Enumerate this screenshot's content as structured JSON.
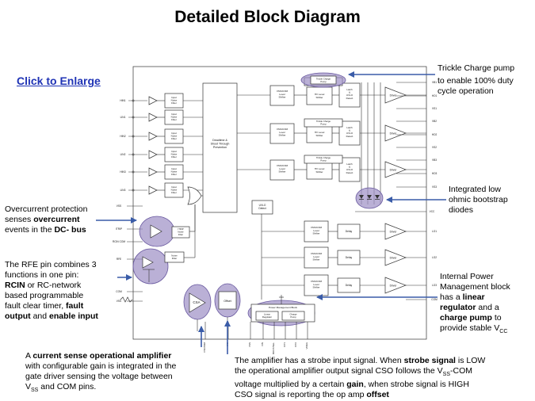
{
  "title": "Detailed Block Diagram",
  "link_label": "Click to Enlarge",
  "annotations": {
    "trickle": [
      "Trickle Charge pump",
      "to enable 100% duty",
      "cycle operation"
    ],
    "bootstrap": [
      "Integrated low",
      "ohmic bootstrap",
      "diodes"
    ],
    "overcurrent": {
      "l1": "Overcurrent protection",
      "l2a": "senses ",
      "l2b": "overcurrent",
      "l3a": "events in the ",
      "l3b": "DC- bus"
    },
    "rfe": {
      "l1": "The RFE pin combines 3",
      "l2": "functions in one pin:",
      "l3a": "RCIN",
      "l3b": "or RC-network",
      "l4": "based programmable",
      "l5a": "fault clear timer, ",
      "l5b": "fault",
      "l6a": "output",
      "l6b": " and ",
      "l6c": "enable input"
    },
    "power": {
      "l1": "Internal Power",
      "l2": "Management block",
      "l3a": "has a ",
      "l3b": "linear",
      "l4a": "regulator",
      "l4b": " and a",
      "l5a": "charge pump",
      "l5b": " to",
      "l6a": "provide stable V",
      "l6sub": "CC"
    },
    "csa": {
      "l1a": "A ",
      "l1b": "current sense operational amplifier",
      "l2": "with configurable gain is integrated in the",
      "l3": "gate driver sensing the voltage between",
      "l4a": "V",
      "l4sub": "SS",
      "l4b": " and COM  pins."
    },
    "strobe": {
      "l1a": "The amplifier has a strobe input signal. When ",
      "l1b": "strobe signal",
      "l1c": " is LOW",
      "l2a": "the operational amplifier output signal CSO follows the V",
      "l2sub": "SS",
      "l2b": "-COM",
      "l3a": "voltage multiplied by a certain ",
      "l3b": "gain",
      "l3c": ",  when strobe signal is HIGH",
      "l4a": "CSO signal is reporting the op amp ",
      "l4b": "offset"
    }
  },
  "diagram": {
    "deadtime": [
      "Deadtime &",
      "Shoot Through",
      "Prevention"
    ],
    "input_filter": [
      "Input",
      "Noise",
      "Filter"
    ],
    "level_shifter": [
      "VSS/COM",
      "Level",
      "Shifter"
    ],
    "hv_shifter": [
      "HV Level",
      "Shifter"
    ],
    "latch": [
      "Latch",
      "&",
      "UVLO",
      "Detect"
    ],
    "driver": "Driver",
    "trickle_pump": [
      "Trickle Charge",
      "Pump"
    ],
    "delay": "Delay",
    "uvlo": [
      "UVLO",
      "Detect"
    ],
    "itrip_filter": [
      "ITRIP",
      "Noise",
      "Filter"
    ],
    "noise_filter": [
      "Noise",
      "Filter"
    ],
    "csa": "CSA",
    "offset": "Offset",
    "pm_block": "Power Management Block",
    "linear_reg": [
      "Linear",
      "Regulator"
    ],
    "charge_pump": [
      "Charge",
      "Pump"
    ],
    "left_pins": [
      "HIN1",
      "LIN1",
      "HIN2",
      "LIN2",
      "HIN3",
      "LIN3",
      "VSS",
      "ITRIP",
      "RCIN COM",
      "RFE",
      "COM",
      "VSS"
    ],
    "right_pins": [
      "VB1",
      "HO1",
      "VS1",
      "VB2",
      "HO2",
      "VS2",
      "VB3",
      "HO3",
      "VS3",
      "VCC",
      "LO1",
      "LO2",
      "LO3",
      "COM"
    ],
    "bottom_pins": [
      "CSO/SIM",
      "IFB",
      "VSS",
      "VIN",
      "BOOT/SEL",
      "CP1",
      "CP2",
      "VREG"
    ],
    "vcc_label": "VCC"
  }
}
